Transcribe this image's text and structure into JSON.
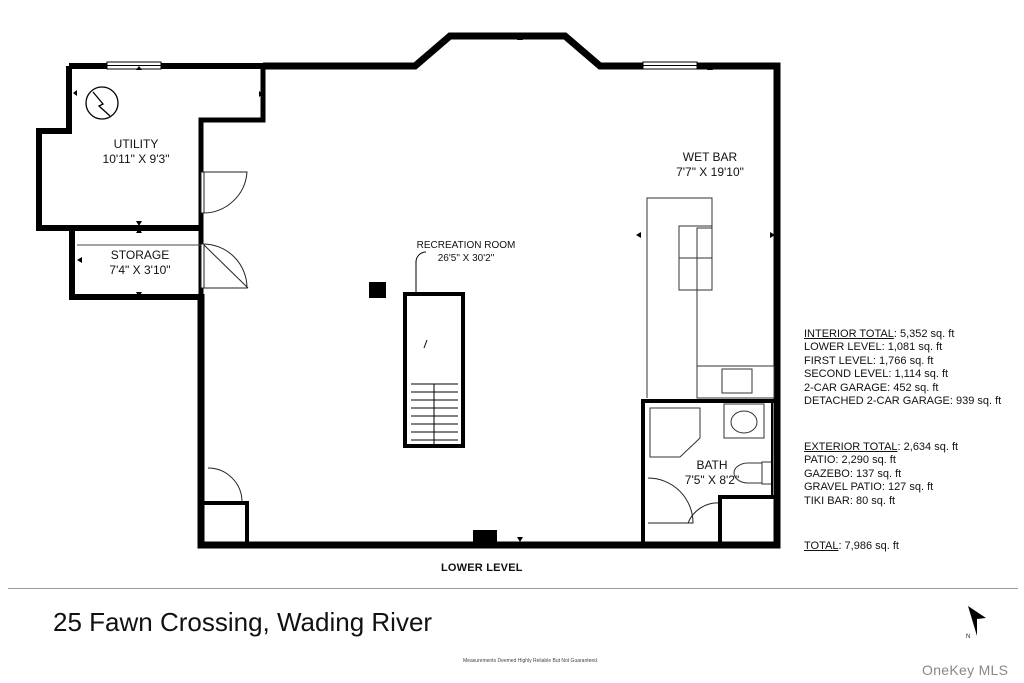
{
  "rooms": {
    "utility": {
      "name": "UTILITY",
      "dims": "10'11\" X 9'3\""
    },
    "storage": {
      "name": "STORAGE",
      "dims": "7'4\" X 3'10\""
    },
    "recreation": {
      "name": "RECREATION ROOM",
      "dims": "26'5\" X 30'2\""
    },
    "wet_bar": {
      "name": "WET BAR",
      "dims": "7'7\" X 19'10\""
    },
    "bath": {
      "name": "BATH",
      "dims": "7'5\" X 8'2\""
    }
  },
  "stats": {
    "interior": {
      "total_key": "INTERIOR TOTAL",
      "total_val": ": 5,352 sq. ft",
      "rows": [
        "LOWER LEVEL: 1,081 sq. ft",
        "FIRST LEVEL: 1,766 sq. ft",
        "SECOND LEVEL: 1,114 sq. ft",
        "2-CAR GARAGE: 452 sq. ft",
        "DETACHED 2-CAR GARAGE: 939 sq. ft"
      ]
    },
    "exterior": {
      "total_key": "EXTERIOR TOTAL",
      "total_val": ": 2,634 sq. ft",
      "rows": [
        "PATIO: 2,290 sq. ft",
        "GAZEBO: 137 sq. ft",
        "GRAVEL PATIO: 127 sq. ft",
        "TIKI BAR: 80 sq. ft"
      ]
    },
    "grand": {
      "total_key": "TOTAL",
      "total_val": ": 7,986 sq. ft"
    }
  },
  "floor_title": "LOWER LEVEL",
  "address": "25 Fawn Crossing, Wading River",
  "north_label": "N",
  "disclaimer": "Measurements Deemed Highly Reliable But Not Guaranteed.",
  "watermark": "OneKey MLS",
  "colors": {
    "wall": "#000000",
    "line": "#333333",
    "text": "#111111"
  }
}
